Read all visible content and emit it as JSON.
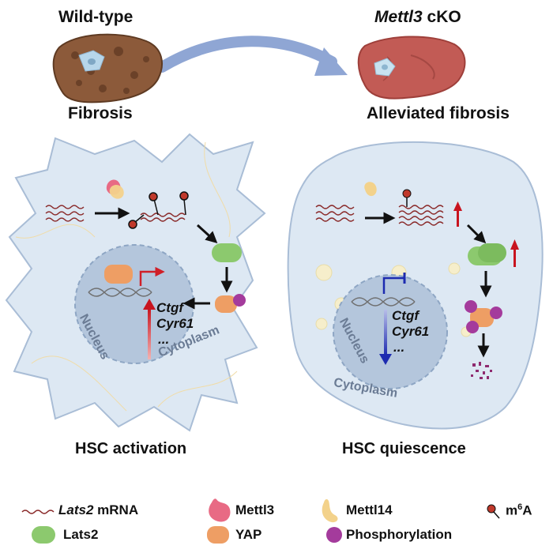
{
  "header": {
    "left_title": "Wild-type",
    "right_title_gene": "Mettl3",
    "right_title_rest": " cKO",
    "left_caption": "Fibrosis",
    "right_caption": "Alleviated fibrosis"
  },
  "left_cell": {
    "nucleus_label": "Nucleus",
    "cytoplasm_label": "Cytoplasm",
    "genes": [
      "Ctgf",
      "Cyr61",
      "..."
    ],
    "caption": "HSC activation"
  },
  "right_cell": {
    "nucleus_label": "Nucleus",
    "cytoplasm_label": "Cytoplasm",
    "genes": [
      "Ctgf",
      "Cyr61",
      "..."
    ],
    "caption": "HSC quiescence"
  },
  "legend": {
    "lats2_mrna_gene": "Lats2",
    "lats2_mrna_rest": " mRNA",
    "mettl3": "Mettl3",
    "mettl14": "Mettl14",
    "m6a_base": "m",
    "m6a_sup": "6",
    "m6a_rest": "A",
    "lats2": "Lats2",
    "yap": "YAP",
    "phosphorylation": "Phosphorylation"
  },
  "colors": {
    "cell_fill": "#dde8f3",
    "nucleus_fill": "#b4c6dc",
    "lats2": "#8cc96e",
    "yap": "#ee9e64",
    "mettl3": "#e86a84",
    "mettl14": "#f3d28b",
    "phospho": "#a43b9c",
    "mrna": "#8a2a2a",
    "up_arrow": "#d01f28",
    "down_arrow": "#1d2bb0",
    "transition_arrow": "#8fa6d4"
  }
}
